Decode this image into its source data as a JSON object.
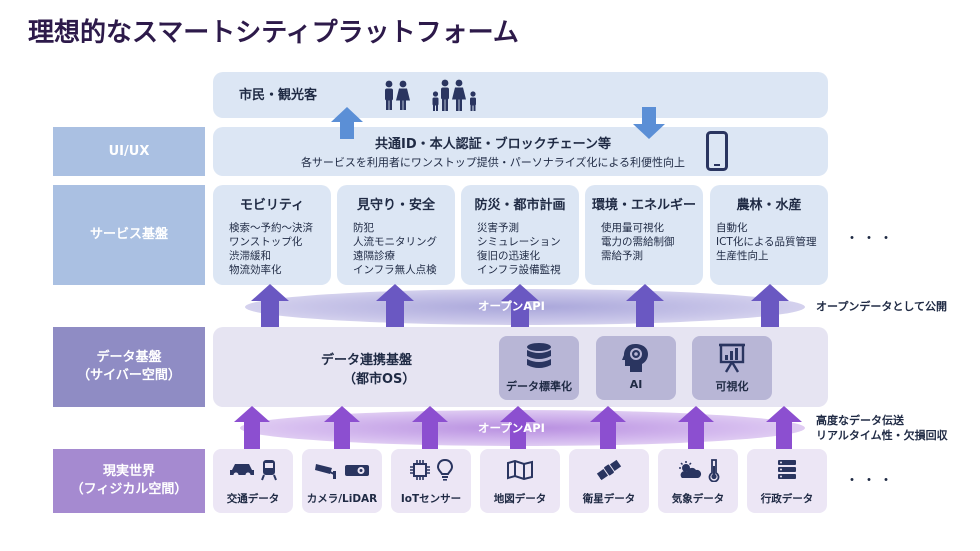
{
  "title": "理想的なスマートシティプラットフォーム",
  "colors": {
    "side_uiux": "#aac0e2",
    "side_service": "#aac0e2",
    "side_data": "#8f8cc4",
    "side_real": "#a58ad0",
    "panel_blue": "#dce6f4",
    "arrow_blue": "#5b8fd6",
    "arrow_violet": "#7b5cc8",
    "arrow_purple": "#9b57d6"
  },
  "layers": {
    "uiux": "UI/UX",
    "service": "サービス基盤",
    "data": "データ基盤\n（サイバー空間）",
    "real": "現実世界\n（フィジカル空間）"
  },
  "citizens": {
    "label": "市民・観光客",
    "icons": [
      "couple-icon",
      "family-icon"
    ]
  },
  "uiux_panel": {
    "title": "共通ID・本人認証・ブロックチェーン等",
    "subtitle": "各サービスを利用者にワンストップ提供・パーソナライズ化による利便性向上",
    "icon": "smartphone-icon"
  },
  "services": [
    {
      "title": "モビリティ",
      "items": [
        "検索～予約～決済",
        "ワンストップ化",
        "渋滞緩和",
        "物流効率化"
      ]
    },
    {
      "title": "見守り・安全",
      "items": [
        "防犯",
        "人流モニタリング",
        "遠隔診療",
        "インフラ無人点検"
      ]
    },
    {
      "title": "防災・都市計画",
      "items": [
        "災害予測",
        "シミュレーション",
        "復旧の迅速化",
        "インフラ設備監視"
      ]
    },
    {
      "title": "環境・エネルギー",
      "items": [
        "使用量可視化",
        "電力の需給制御",
        "需給予測"
      ]
    },
    {
      "title": "農林・水産",
      "items": [
        "自動化",
        "ICT化による品質管理",
        "生産性向上"
      ]
    }
  ],
  "more": "・・・",
  "open_api_top": "オープンAPI",
  "open_api_bottom": "オープンAPI",
  "open_data_note": "オープンデータとして公開",
  "data_platform": {
    "main": "データ連携基盤",
    "sub": "（都市OS）",
    "modules": [
      {
        "label": "データ標準化",
        "icon": "database-icon"
      },
      {
        "label": "AI",
        "icon": "ai-head-icon"
      },
      {
        "label": "可視化",
        "icon": "presentation-chart-icon"
      }
    ]
  },
  "transfer_note": [
    "高度なデータ伝送",
    "リアルタイム性・欠損回収"
  ],
  "sources": [
    {
      "label": "交通データ",
      "icons": [
        "car-icon",
        "train-icon"
      ]
    },
    {
      "label": "カメラ/LiDAR",
      "icons": [
        "cctv-camera-icon",
        "projector-icon"
      ]
    },
    {
      "label": "IoTセンサー",
      "icons": [
        "chip-icon",
        "lightbulb-icon"
      ]
    },
    {
      "label": "地図データ",
      "icons": [
        "map-icon"
      ]
    },
    {
      "label": "衛星データ",
      "icons": [
        "satellite-icon"
      ]
    },
    {
      "label": "気象データ",
      "icons": [
        "weather-icon",
        "thermometer-icon"
      ]
    },
    {
      "label": "行政データ",
      "icons": [
        "server-icon"
      ]
    }
  ]
}
